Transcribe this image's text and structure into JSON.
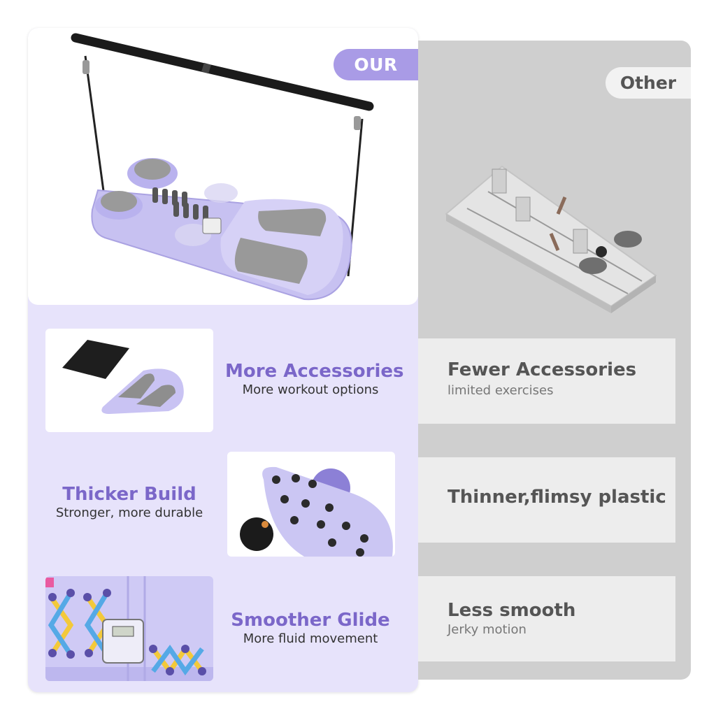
{
  "our": {
    "badge": "OUR",
    "features": [
      {
        "title": "More Accessories",
        "subtitle": "More workout options"
      },
      {
        "title": "Thicker Build",
        "subtitle": "Stronger, more durable"
      },
      {
        "title": "Smoother Glide",
        "subtitle": "More fluid movement"
      }
    ]
  },
  "other": {
    "badge": "Other",
    "features": [
      {
        "title": "Fewer Accessories",
        "subtitle": "limited exercises"
      },
      {
        "title": "Thinner,flimsy plastic",
        "subtitle": ""
      },
      {
        "title": "Less smooth",
        "subtitle": "Jerky motion"
      }
    ]
  },
  "colors": {
    "accent_purple": "#7b67c9",
    "badge_purple": "#a99be6",
    "panel_lavender": "#e7e3fb",
    "other_gray": "#cfcfcf"
  }
}
